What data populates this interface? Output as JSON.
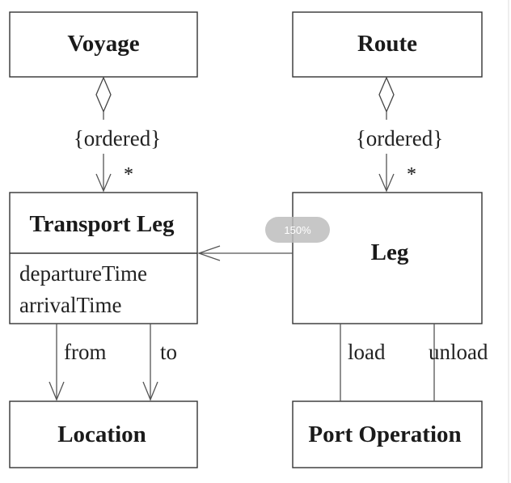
{
  "classes": {
    "voyage": "Voyage",
    "route": "Route",
    "transport_leg": "Transport Leg",
    "leg": "Leg",
    "location": "Location",
    "port_operation": "Port Operation"
  },
  "attributes": {
    "transport_leg": [
      "departureTime",
      "arrivalTime"
    ]
  },
  "associations": {
    "voyage_constraint": "{ordered}",
    "voyage_multiplicity": "*",
    "route_constraint": "{ordered}",
    "route_multiplicity": "*",
    "from_role": "from",
    "to_role": "to",
    "load_role": "load",
    "unload_role": "unload"
  },
  "viewer": {
    "zoom_level": "150%"
  }
}
